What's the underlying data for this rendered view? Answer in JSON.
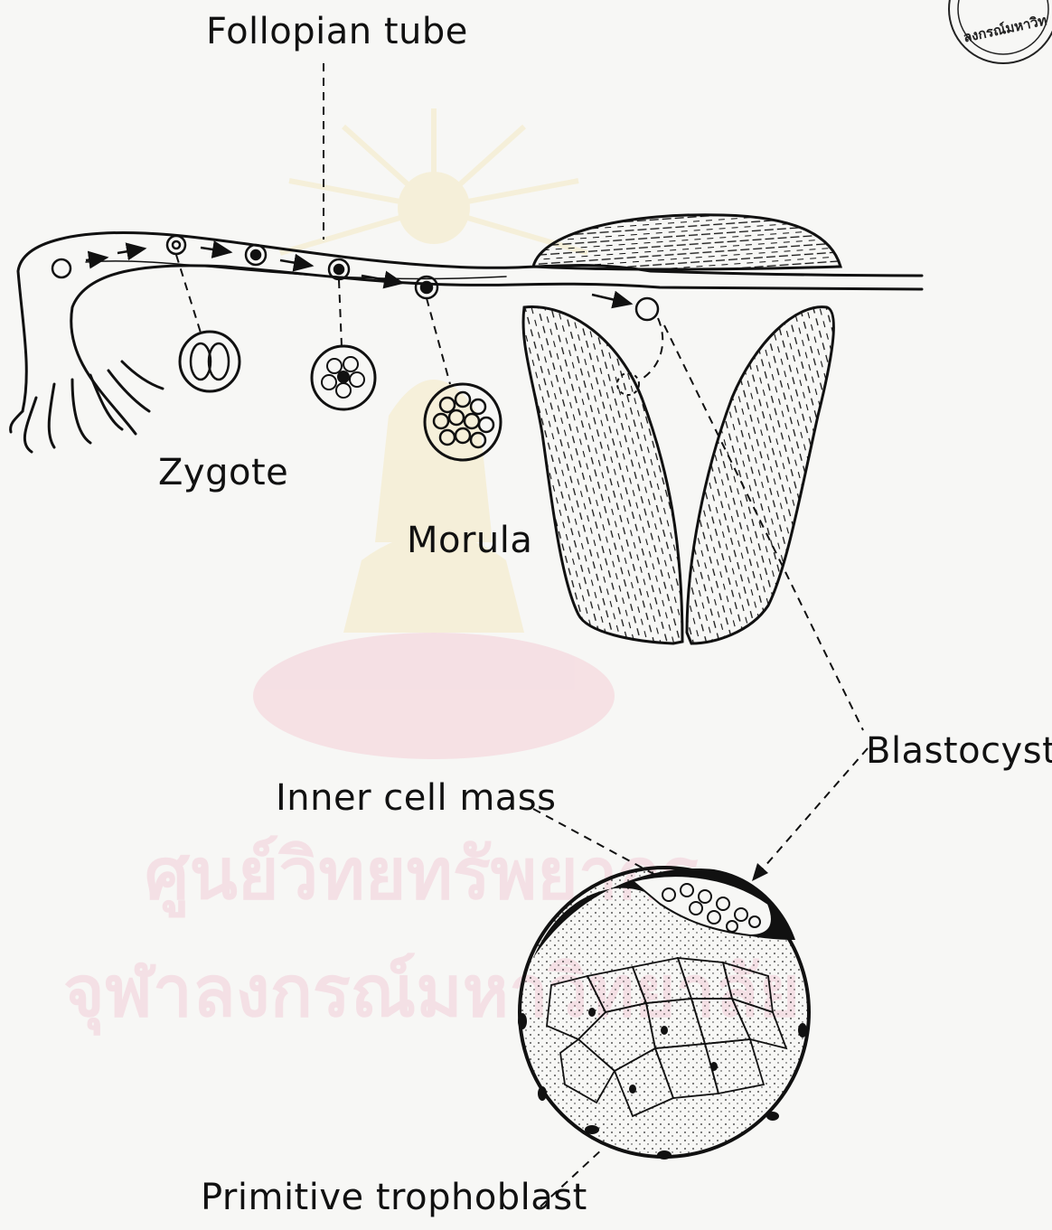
{
  "labels": {
    "fallopian_tube": "Follopian tube",
    "zygote": "Zygote",
    "morula": "Morula",
    "blastocyst": "Blastocyst",
    "inner_cell_mass": "Inner cell mass",
    "primitive_trophoblast": "Primitive trophoblast"
  },
  "watermark": {
    "line1": "ศูนย์วิทยทรัพยากร",
    "line2": "จุฬาลงกรณ์มหาวิทยาลัย",
    "seal_text": "ลงกรณ์มหาวิท"
  },
  "colors": {
    "ink": "#111111",
    "paper": "#f7f7f5",
    "watermark_pink": "#f3cfd8",
    "watermark_gold": "#f4e3a8"
  }
}
